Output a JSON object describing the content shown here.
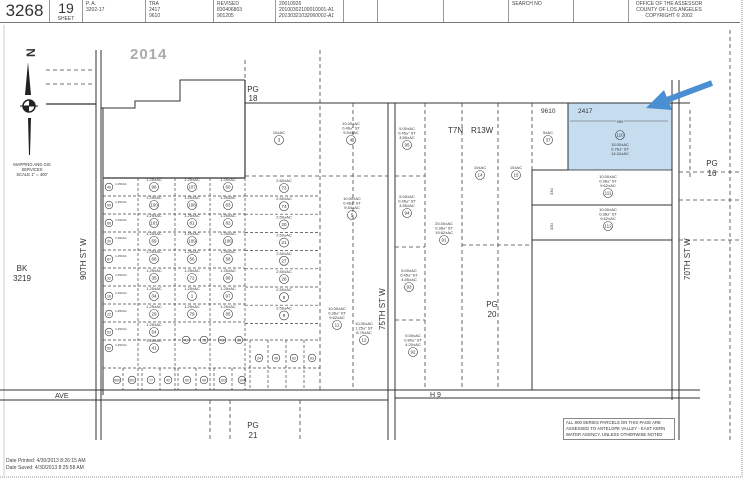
{
  "header": {
    "book": "3268",
    "page": "19",
    "sheet_label": "SHEET",
    "pa_label": "P. A.",
    "pa_value": "3202-17",
    "tra_label": "TRA",
    "tra_values": [
      "2417",
      "9610"
    ],
    "revised_label": "REVISED",
    "revised_values": [
      "830406803",
      "901205"
    ],
    "revision_numbers": [
      "20010926",
      "20100302100010001-A1",
      "20130321032060001-A1"
    ],
    "search_label": "SEARCH NO",
    "office": [
      "OFFICE OF THE ASSESSOR",
      "COUNTY OF LOS ANGELES",
      "COPYRIGHT © 2002"
    ]
  },
  "map": {
    "year_stamp": "2014",
    "north_label": "N",
    "scale_text": [
      "MAPPING AND GIS",
      "SERVICES",
      "SCALE 1\" = 400'"
    ],
    "township": "T7N",
    "range": "R13W",
    "tra_line": {
      "left": "9610",
      "right": "2417"
    },
    "dimension_990": "990",
    "dim_330": "330",
    "streets": {
      "west": "90TH ST W",
      "middle": "75TH ST W",
      "east": "70TH ST W",
      "avenue": "AVE",
      "avenue_letter": "H 9"
    },
    "page_refs": {
      "pg18": [
        "PG",
        "18"
      ],
      "pg16": [
        "PG",
        "16"
      ],
      "pg20": [
        "PG",
        "20"
      ],
      "pg21": [
        "PG",
        "21"
      ],
      "bk": [
        "BK",
        "3219"
      ]
    },
    "highlight_color": "#c6dcef",
    "arrow_color": "#4b8fd3",
    "parcels": {
      "p3": {
        "num": "3",
        "area": "10±AC"
      },
      "p4": {
        "num": "4",
        "area": "10.00±AC",
        "st": "0.46±\" ST",
        "net": "9.54±AC"
      },
      "p5": {
        "num": "5",
        "area": "10.00±AC",
        "st": "0.46±\" ST",
        "net": "9.54±AC"
      },
      "p95": {
        "num": "95",
        "area": "5.00±AC",
        "st": "0.45±\" ST",
        "net": "4.55±AC"
      },
      "p94": {
        "num": "94",
        "area": "5.00±AC",
        "st": "0.45±\" ST",
        "net": "4.55±AC"
      },
      "p93": {
        "num": "93",
        "area": "5.00±AC",
        "st": "0.45±\" ST",
        "net": "4.55±AC"
      },
      "p92": {
        "num": "92",
        "area": "5.00±AC",
        "st": "0.80±\" ST",
        "net": "4.20±AC"
      },
      "p91": {
        "num": "91",
        "area": "20.00±AC",
        "st": "0.38±\" ST",
        "net": "19.62±AC"
      },
      "p11": {
        "num": "11",
        "area": "10.00±AC",
        "st": "0.38±\" ST",
        "net": "9.62±AC"
      },
      "p12": {
        "num": "12",
        "area": "10.00±AC",
        "st": "1.25±\" ST",
        "net": "8.75±AC"
      },
      "p14": {
        "num": "14",
        "area": "10±AC"
      },
      "p15": {
        "num": "15",
        "area": "10±AC"
      },
      "p37": {
        "num": "37",
        "area": "5±AC"
      },
      "p110": {
        "num": "110",
        "area": "15.00±AC",
        "st": "0.76±\" ST",
        "net": "14.24±AC"
      },
      "p111": {
        "num": "111",
        "area": "10.00±AC",
        "st": "0.38±\" ST",
        "net": "9.62±AC"
      },
      "p112": {
        "num": "112",
        "area": "10.00±AC",
        "st": "0.38±\" ST",
        "net": "9.62±AC"
      }
    },
    "grid_area_label": "1.25±AC",
    "grid_rows": [
      [
        "46",
        "98",
        "107",
        "60"
      ],
      [
        "99",
        "100",
        "108",
        "83"
      ],
      [
        "86",
        "101",
        "81",
        "82"
      ],
      [
        "30",
        "69",
        "109",
        "106"
      ],
      [
        "87",
        "88",
        "56",
        "58"
      ],
      [
        "32",
        "35",
        "72",
        "96"
      ],
      [
        "18",
        "34",
        "1",
        "97"
      ],
      [
        "22",
        "29",
        "79",
        "65"
      ],
      [
        "53",
        "54"
      ],
      [
        "52",
        "41"
      ]
    ],
    "small_row": [
      "43",
      "78",
      "48",
      "89"
    ],
    "bottom_row": [
      "900",
      "901",
      "77",
      "42",
      "50",
      "49",
      "103",
      "104"
    ],
    "mid_area_label": "2.50±AC",
    "mid_column": [
      "73",
      "74",
      "20",
      "21",
      "27",
      "28",
      "8",
      "9"
    ],
    "narrow_row": [
      "24",
      "45",
      "62",
      "63"
    ]
  },
  "note": "ALL 900 SERIES PARCELS ON THIS PAGE ARE ASSESSED TO ANTELOPE VALLEY - EAST KERN WATER AGENCY, UNLESS OTHERWISE NOTED",
  "footer": {
    "date_printed": "Date Printed: 4/30/2013 8:26:15 AM",
    "date_saved": "Date Saved: 4/30/2013 8:25:58 AM"
  }
}
